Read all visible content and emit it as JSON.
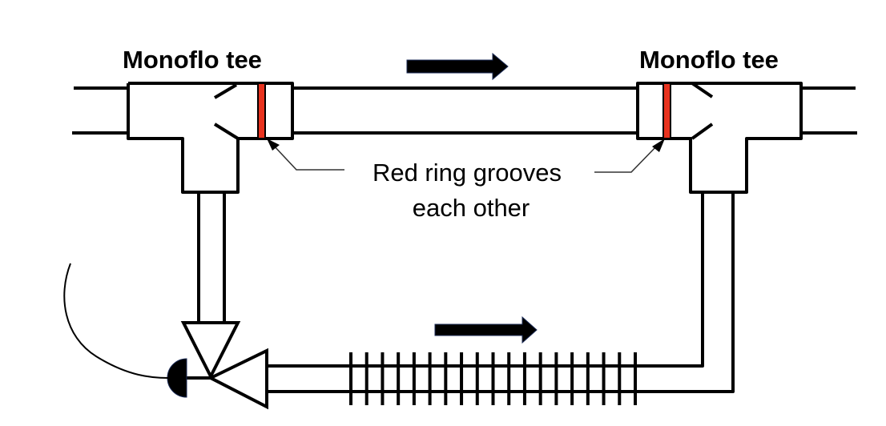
{
  "diagram": {
    "title": "Monoflo tee piping loop",
    "labels": {
      "left_tee": "Monoflo tee",
      "right_tee": "Monoflo tee",
      "note_line1": "Red ring grooves",
      "note_line2": "each other"
    },
    "colors": {
      "line": "#000000",
      "ring": "#e8321e",
      "arrow": "#000000",
      "leader": "#333333"
    },
    "components": [
      "monoflo-tee-left",
      "monoflo-tee-right",
      "supply-main",
      "flow-arrow-top",
      "flow-arrow-bottom",
      "finned-tube-baseboard",
      "thermostatic-valve",
      "sensor-bulb",
      "capillary-line"
    ],
    "fin_count": 19
  }
}
